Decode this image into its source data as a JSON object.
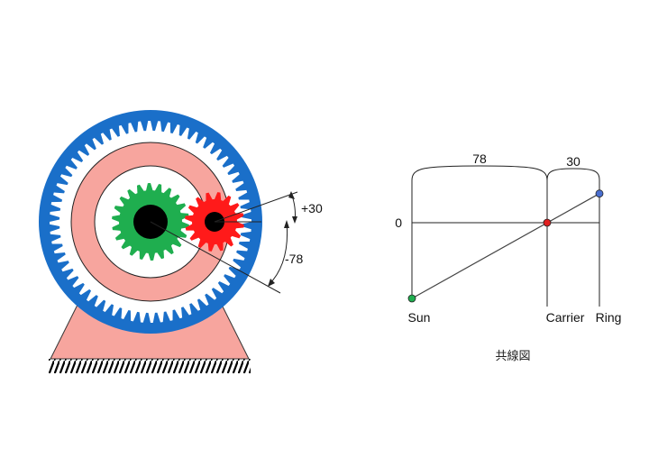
{
  "gear_diagram": {
    "labels": {
      "upper_angle": "+30",
      "lower_angle": "-78"
    },
    "colors": {
      "ring_gear": "#1a6fc9",
      "carrier": "#f7a59e",
      "sun_gear": "#1fae4f",
      "planet_gear": "#ff1a1a",
      "shaft": "#000000",
      "hatch": "#000000"
    },
    "teeth": {
      "ring_internal": 64,
      "sun": 22,
      "planet": 16
    }
  },
  "nomograph": {
    "spans": {
      "left": "78",
      "right": "30"
    },
    "zero_label": "0",
    "axes": [
      {
        "name": "Sun",
        "value": -78,
        "point_color": "#1fae4f"
      },
      {
        "name": "Carrier",
        "value": 0,
        "point_color": "#e01f1f"
      },
      {
        "name": "Ring",
        "value": 30,
        "point_color": "#4a6fd0"
      }
    ],
    "caption": "共線図"
  }
}
